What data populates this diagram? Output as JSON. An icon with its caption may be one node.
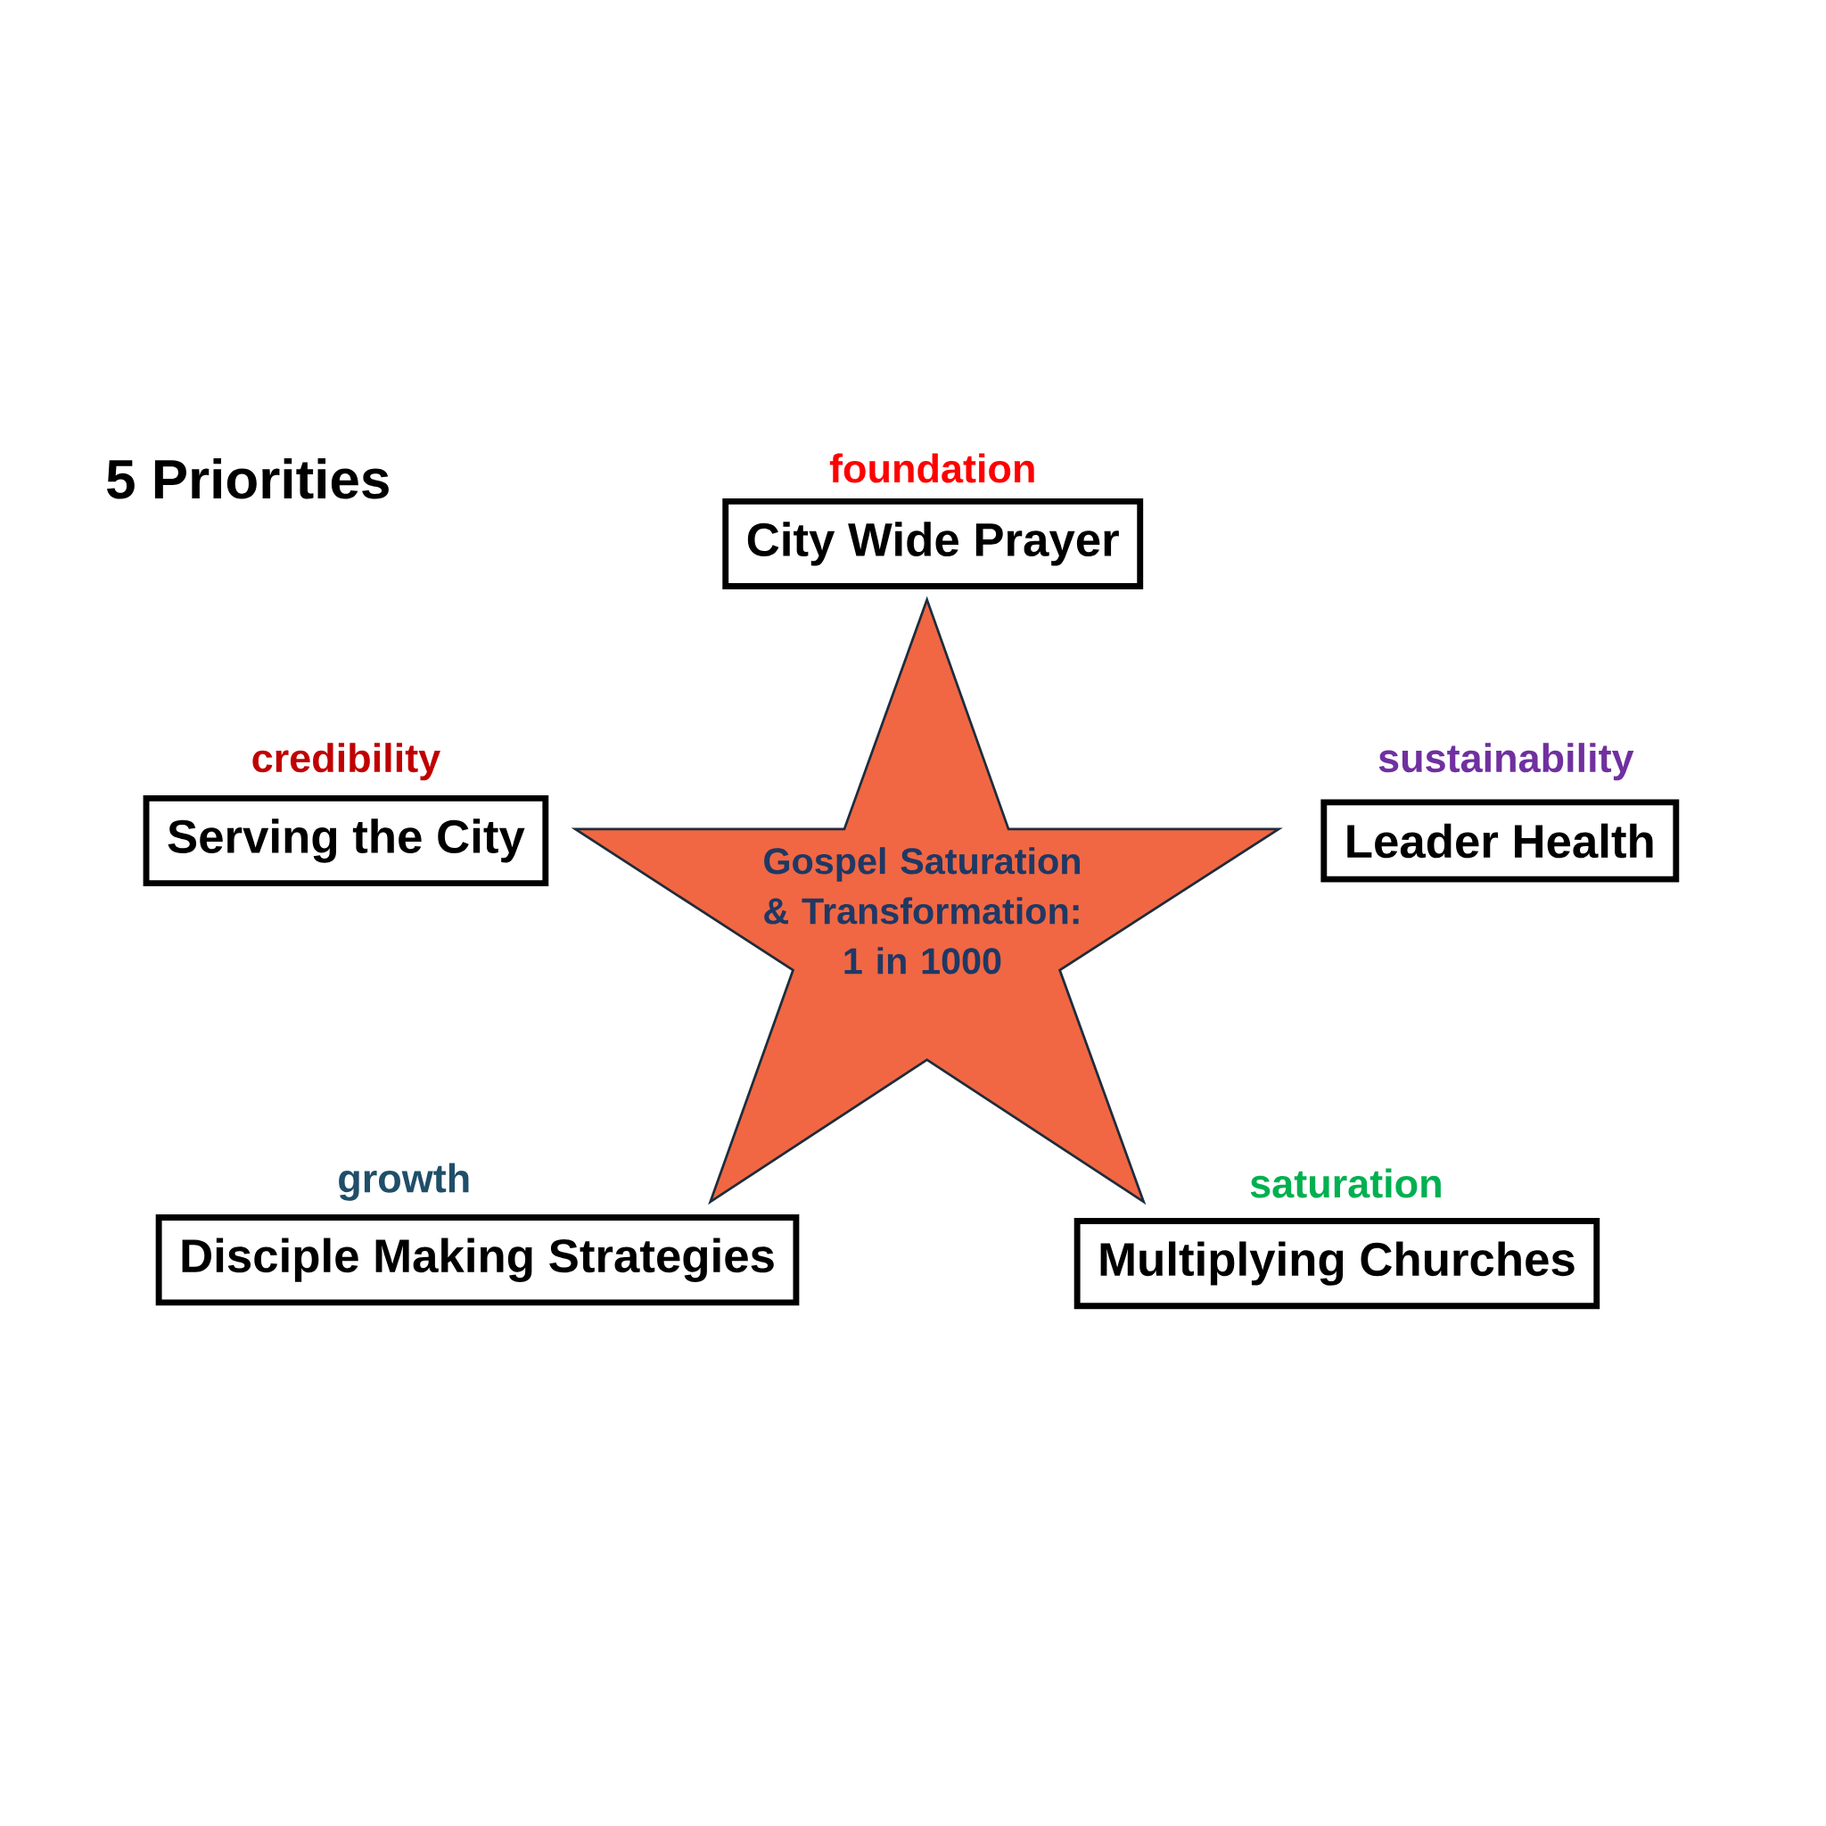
{
  "diagram": {
    "title": "5 Priorities",
    "nodes": [
      {
        "text": [
          "City Wide Prayer"
        ],
        "beside": [
          "foundation"
        ]
      },
      {
        "text": [
          "Serving the City"
        ],
        "beside": [
          "credibility"
        ]
      },
      {
        "text": [
          "Gospel Saturation & Transformation: 1 in 1000"
        ]
      },
      {
        "text": [
          "Leader Health"
        ],
        "beside": [
          "sustainability"
        ]
      },
      {
        "text": [
          "Disciple Making Strategies"
        ],
        "beside": [
          "growth"
        ]
      },
      {
        "text": [
          "Multiplying Churches"
        ],
        "beside": [
          "saturation"
        ]
      }
    ]
  }
}
